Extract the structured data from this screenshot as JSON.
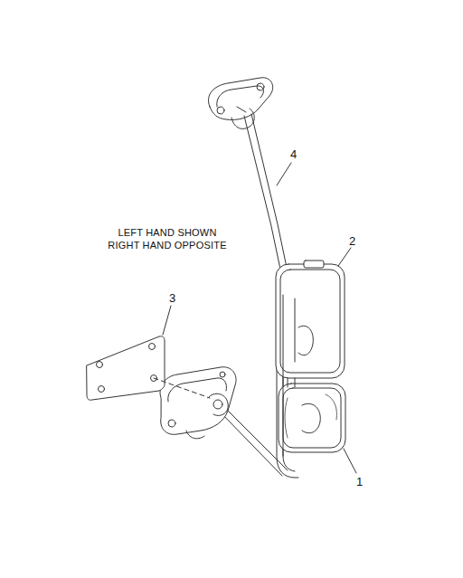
{
  "diagram": {
    "labels": [
      "4",
      "LEFT HAND SHOWN",
      "RIGHT HAND OPPOSITE",
      "2",
      "3",
      "1"
    ]
  }
}
